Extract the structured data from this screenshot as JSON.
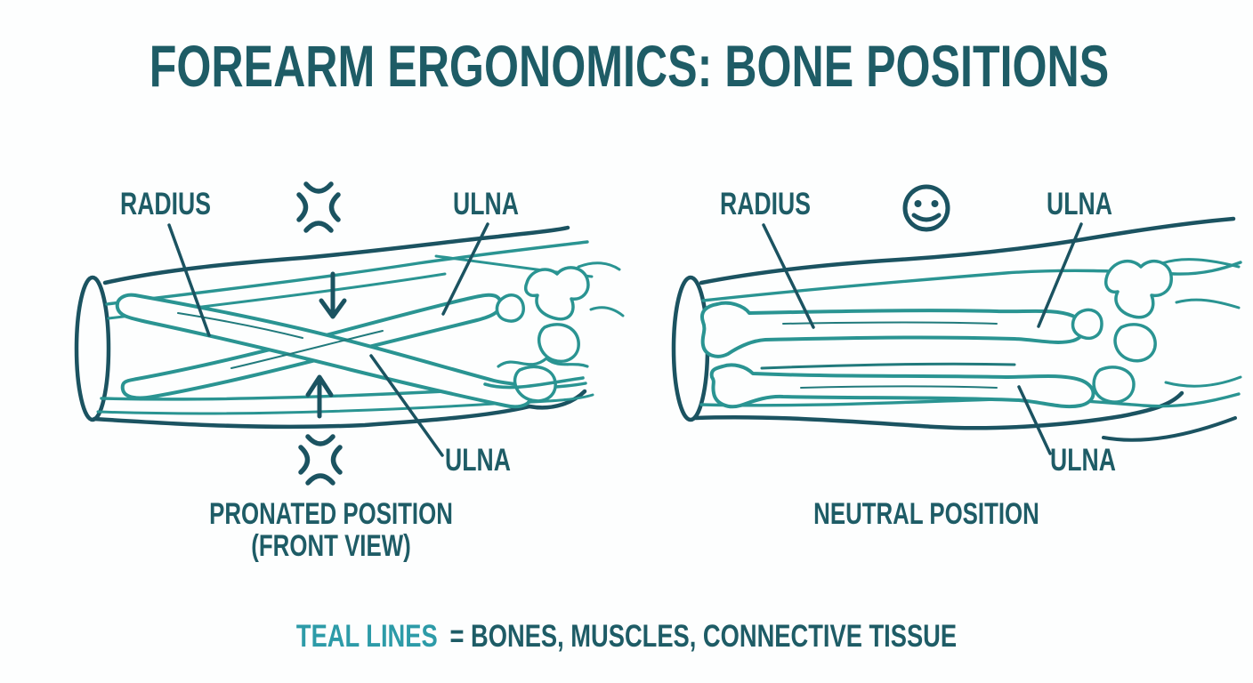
{
  "title": "FOREARM ERGONOMICS: BONE POSITIONS",
  "colors": {
    "dark_teal": "#1e5c66",
    "line_dark": "#1b5361",
    "line_teal": "#2a9492",
    "legend_teal": "#2d9ba8",
    "background": "#fdfefe"
  },
  "diagrams": {
    "pronated": {
      "label_radius": "RADIUS",
      "label_ulna_top": "ULNA",
      "label_ulna_bottom": "ULNA",
      "caption_line1": "PRONATED POSITION",
      "caption_line2": "(FRONT VIEW)",
      "mood_icon": "stress-compression-icon"
    },
    "neutral": {
      "label_radius": "RADIUS",
      "label_ulna_top": "ULNA",
      "label_ulna_bottom": "ULNA",
      "caption_line1": "NEUTRAL POSITION",
      "mood_icon": "smiley-face-icon"
    }
  },
  "legend": {
    "highlight": "TEAL LINES",
    "text": "= BONES, MUSCLES, CONNECTIVE TISSUE"
  },
  "icons": {
    "stress_top": "stress-compression-icon",
    "stress_bottom": "stress-compression-icon",
    "smiley": "smiley-face-icon",
    "arrow_down": "arrow-down-icon",
    "arrow_up": "arrow-up-icon"
  }
}
